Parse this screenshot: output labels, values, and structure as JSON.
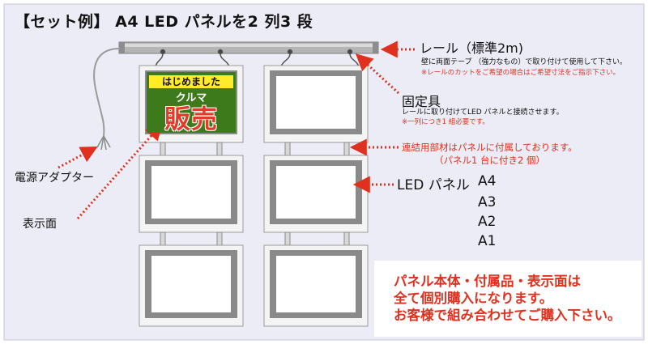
{
  "title": "【セット例】 A4  LED パネルを2 列3 段",
  "rail": {
    "label": "レール（標準2m)",
    "desc": "壁に両面テープ （強力なもの）で取り付けて使用して下さい。",
    "note": "※レールのカットをご希望の場合はご希望寸法をご指示下さい。"
  },
  "fixture": {
    "label": "固定具",
    "desc": "レールに取り付けてLED パネルと接続させます。",
    "note": "※一列につき1 組必要です。"
  },
  "connector": {
    "line1": "連結用部材はパネルに付属しております。",
    "line2": "（パネル1 台に付き2 個）"
  },
  "adapter_label": "電源アダプター",
  "display_label": "表示面",
  "led_panel": {
    "label": "LED パネル",
    "sizes": [
      "A4",
      "A3",
      "A2",
      "A1"
    ]
  },
  "notice": [
    "パネル本体・付属品・表示面は",
    "全て個別購入になります。",
    "お客様で組み合わせてご購入下さい。"
  ],
  "poster": {
    "top": "はじめました",
    "middle": "クルマ",
    "big": "販売"
  },
  "colors": {
    "background": "#ececf6",
    "accent_red": "#e0301e",
    "rail": "#b5b5b5",
    "panel_frame": "#8a8a8a",
    "poster_green": "#3d7a1c",
    "poster_yellow": "#ffeb2a"
  }
}
